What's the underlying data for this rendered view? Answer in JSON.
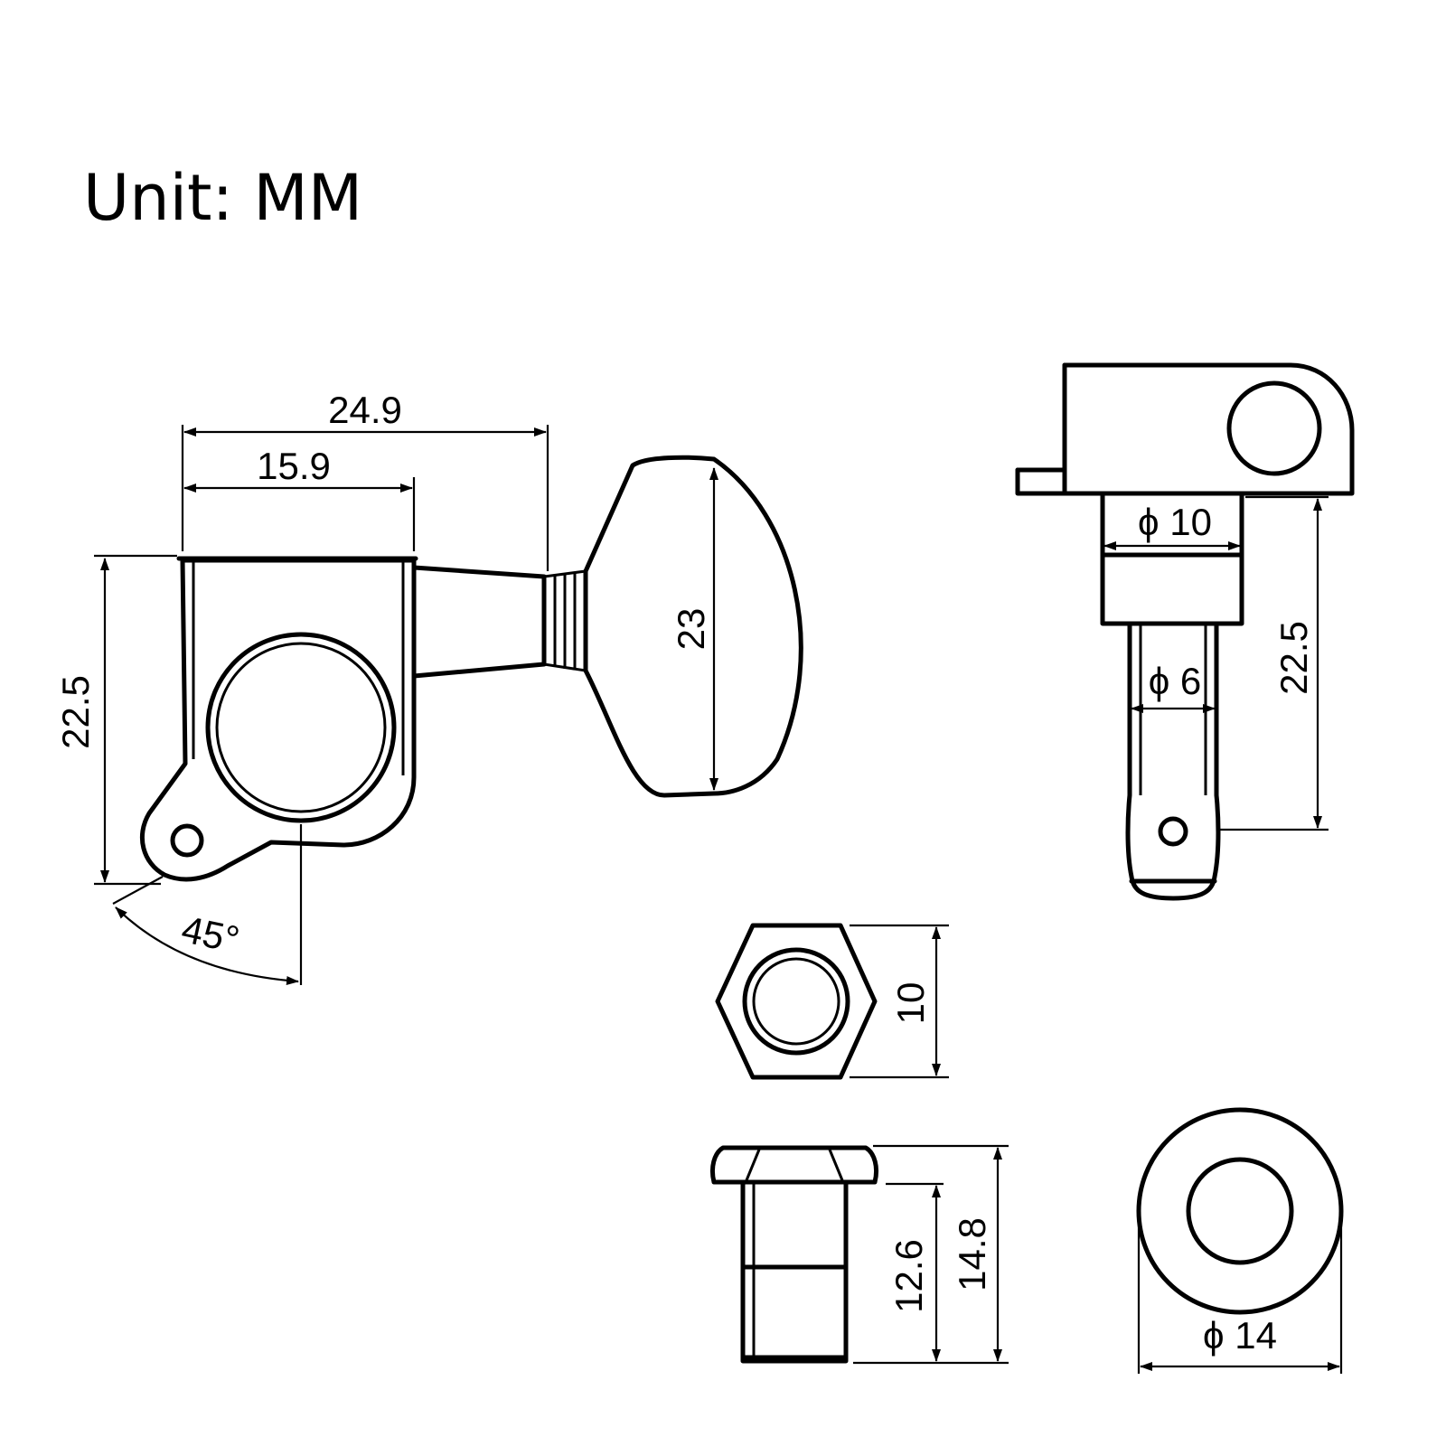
{
  "title": "Unit: MM",
  "side_view": {
    "width_overall": "24.9",
    "width_housing": "15.9",
    "height": "22.5",
    "button_height": "23",
    "angle": "45°"
  },
  "end_view": {
    "diameter_upper": "ϕ 10",
    "diameter_post": "ϕ 6",
    "height": "22.5"
  },
  "hex_nut": {
    "height": "10"
  },
  "bushing": {
    "body_height": "12.6",
    "total_height": "14.8"
  },
  "washer": {
    "diameter": "ϕ 14"
  }
}
